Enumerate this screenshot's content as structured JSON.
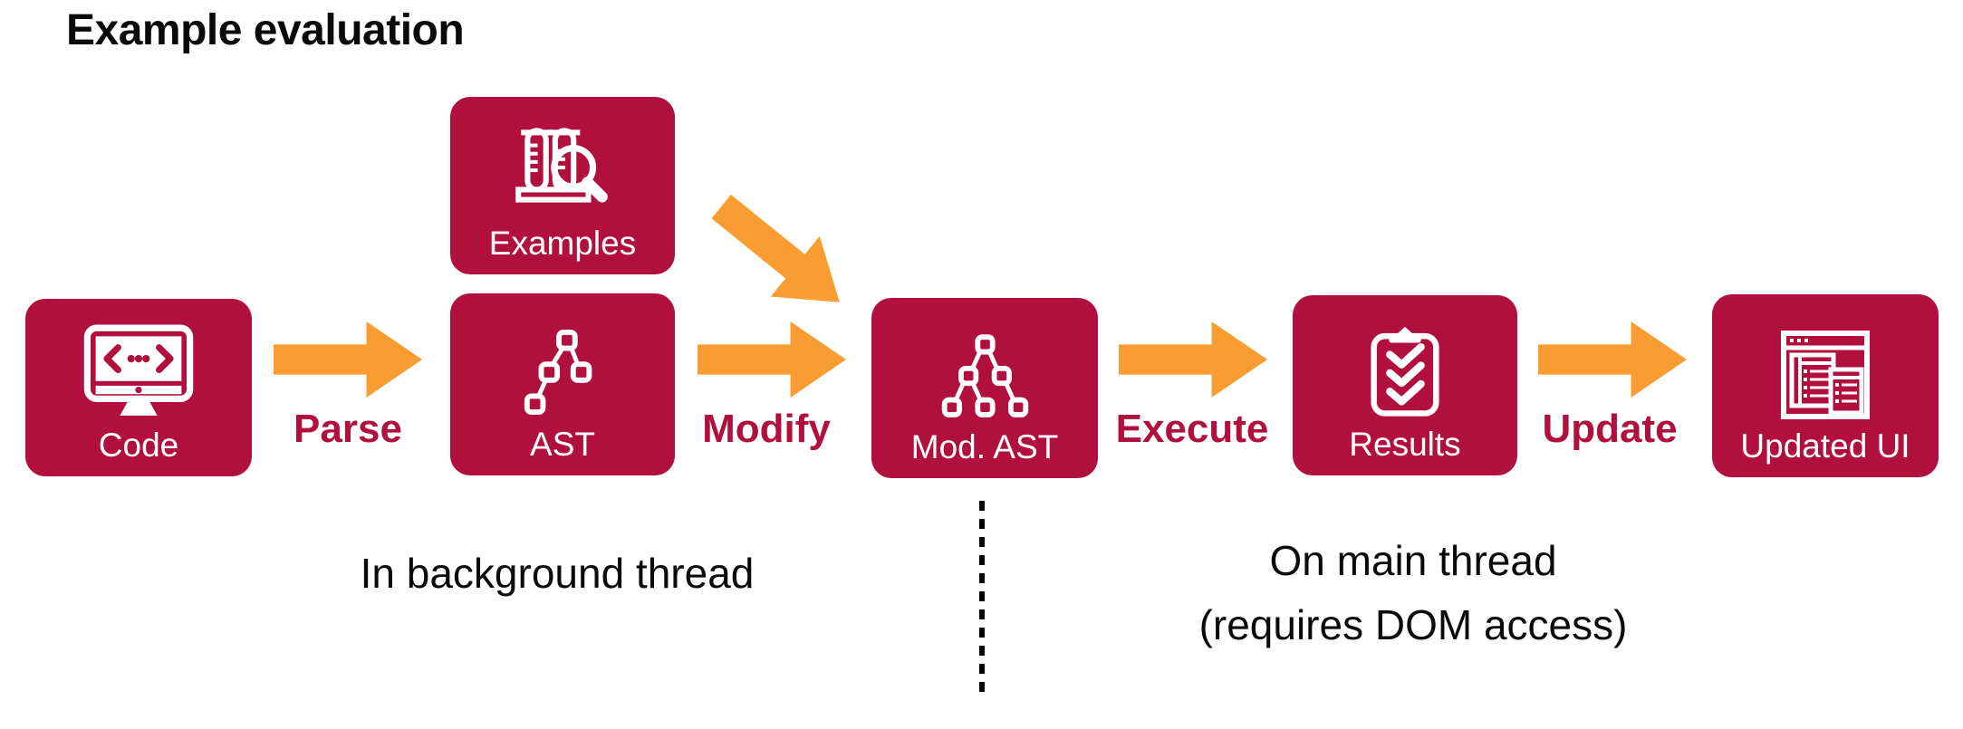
{
  "title": "Example evaluation",
  "colors": {
    "box": "#B1103C",
    "arrow": "#F99D32",
    "label": "#B1103C",
    "text": "#0a0a0a"
  },
  "nodes": [
    {
      "id": "code",
      "label": "Code",
      "icon": "code-monitor-icon"
    },
    {
      "id": "examples",
      "label": "Examples",
      "icon": "examples-flasks-icon"
    },
    {
      "id": "ast",
      "label": "AST",
      "icon": "ast-tree-icon"
    },
    {
      "id": "mod_ast",
      "label": "Mod. AST",
      "icon": "mod-ast-tree-icon"
    },
    {
      "id": "results",
      "label": "Results",
      "icon": "results-clipboard-icon"
    },
    {
      "id": "updated_ui",
      "label": "Updated UI",
      "icon": "updated-ui-window-icon"
    }
  ],
  "edges": [
    {
      "id": "parse",
      "label": "Parse",
      "from": "code",
      "to": "ast"
    },
    {
      "id": "modify",
      "label": "Modify",
      "from": "ast",
      "to": "mod_ast"
    },
    {
      "id": "examples_in",
      "label": "",
      "from": "examples",
      "to": "mod_ast"
    },
    {
      "id": "execute",
      "label": "Execute",
      "from": "mod_ast",
      "to": "results"
    },
    {
      "id": "update",
      "label": "Update",
      "from": "results",
      "to": "updated_ui"
    }
  ],
  "annotations": {
    "background_thread": "In background thread",
    "main_thread_line1": "On main thread",
    "main_thread_line2": "(requires DOM access)"
  }
}
